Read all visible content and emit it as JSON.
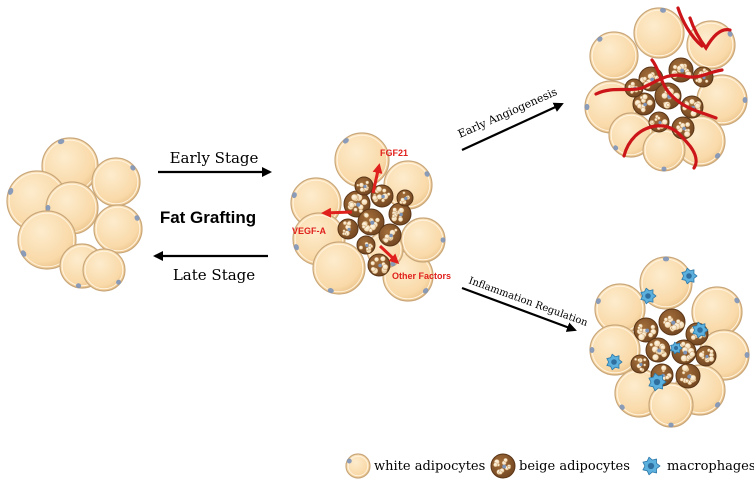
{
  "labels": {
    "early_stage": "Early Stage",
    "late_stage": "Late Stage",
    "fat_grafting": "Fat Grafting",
    "early_angiogenesis": "Early Angiogenesis",
    "inflammation_regulation": "Inflammation Regulation",
    "fgf21": "FGF21",
    "vegf_a": "VEGF-A",
    "other_factors": "Other Factors"
  },
  "legend": [
    {
      "label": "white adipocytes",
      "icon": "white-adipocyte-icon"
    },
    {
      "label": "beige adipocytes",
      "icon": "beige-adipocyte-icon"
    },
    {
      "label": "macrophages",
      "icon": "macrophage-icon"
    }
  ],
  "colors": {
    "white_cell_fill": "#f9d9a8",
    "white_cell_stroke": "#c9a77a",
    "beige_cell_fill": "#8b5a2b",
    "droplet_fill": "#f6e4c6",
    "nucleus": "#7d94b8",
    "factor_red": "#e0201c",
    "vessel_red": "#cc1518",
    "macrophage_blue": "#5bb0dd",
    "arrow_black": "#000000"
  }
}
